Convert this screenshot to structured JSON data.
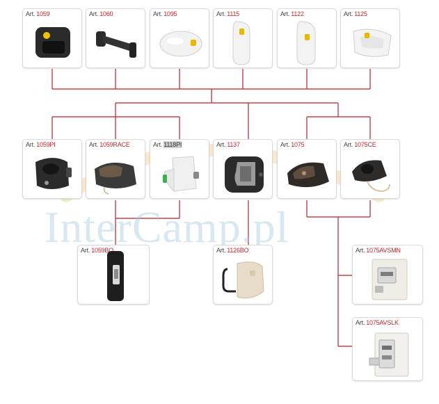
{
  "prefix": "Art.",
  "watermark": "InterCamp.pl",
  "colors": {
    "line": "#b5222a",
    "number": "#c0262c",
    "card_border": "#d9d9d9",
    "watermark": "#a0c8dc"
  },
  "row1": [
    {
      "num": "1059",
      "icon": "black-square-handle-yellow-button"
    },
    {
      "num": "1060",
      "icon": "black-grab-handle"
    },
    {
      "num": "1095",
      "icon": "white-oval-lock"
    },
    {
      "num": "1115",
      "icon": "white-tall-lock"
    },
    {
      "num": "1122",
      "icon": "white-tall-lock"
    },
    {
      "num": "1125",
      "icon": "white-paddle-lock"
    }
  ],
  "row2": [
    {
      "num": "1059PI",
      "icon": "black-rounded-lock"
    },
    {
      "num": "1059RACE",
      "icon": "dark-race-lock"
    },
    {
      "num": "1118PI",
      "icon": "white-box-lock",
      "highlight": true
    },
    {
      "num": "1137",
      "icon": "grey-square-lock"
    },
    {
      "num": "1075",
      "icon": "dark-brown-lock"
    },
    {
      "num": "1075CE",
      "icon": "dark-lock-with-cord"
    }
  ],
  "row3": [
    {
      "num": "1059BO",
      "icon": "black-vertical-bolt"
    },
    {
      "num": "1126BO",
      "icon": "beige-padlock"
    }
  ],
  "side": [
    {
      "num": "1075AVSMN",
      "icon": "white-plate-mechanism"
    },
    {
      "num": "1075AVSLK",
      "icon": "white-plate-mechanism-long"
    }
  ]
}
